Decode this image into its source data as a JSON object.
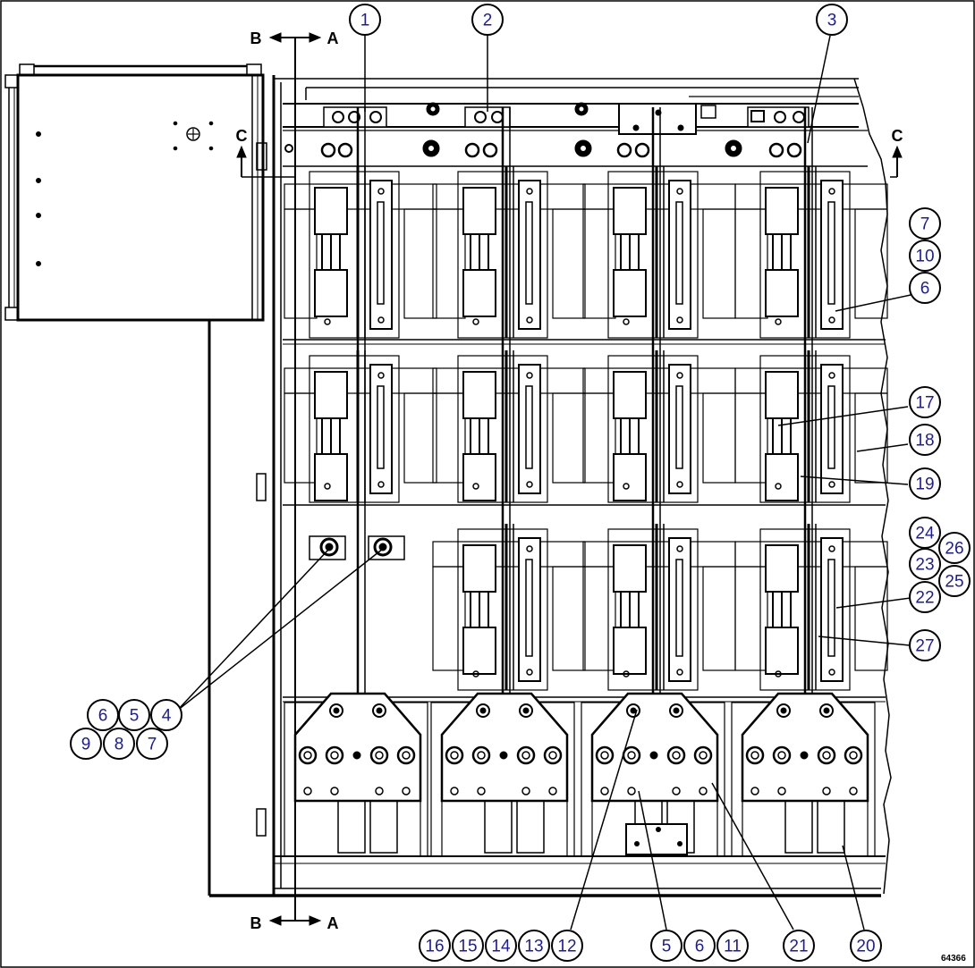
{
  "figure": {
    "figure_code": "64366",
    "section_letters": {
      "b": "B",
      "a": "A",
      "c": "C"
    }
  },
  "callouts": [
    {
      "id": "c1",
      "label": "1"
    },
    {
      "id": "c2",
      "label": "2"
    },
    {
      "id": "c3",
      "label": "3"
    },
    {
      "id": "c7a",
      "label": "7"
    },
    {
      "id": "c10",
      "label": "10"
    },
    {
      "id": "c6a",
      "label": "6"
    },
    {
      "id": "c17",
      "label": "17"
    },
    {
      "id": "c18",
      "label": "18"
    },
    {
      "id": "c19",
      "label": "19"
    },
    {
      "id": "c24",
      "label": "24"
    },
    {
      "id": "c26",
      "label": "26"
    },
    {
      "id": "c23",
      "label": "23"
    },
    {
      "id": "c25",
      "label": "25"
    },
    {
      "id": "c22",
      "label": "22"
    },
    {
      "id": "c27",
      "label": "27"
    },
    {
      "id": "c6b",
      "label": "6"
    },
    {
      "id": "c5a",
      "label": "5"
    },
    {
      "id": "c4",
      "label": "4"
    },
    {
      "id": "c9",
      "label": "9"
    },
    {
      "id": "c8",
      "label": "8"
    },
    {
      "id": "c7b",
      "label": "7"
    },
    {
      "id": "c16",
      "label": "16"
    },
    {
      "id": "c15",
      "label": "15"
    },
    {
      "id": "c14",
      "label": "14"
    },
    {
      "id": "c13",
      "label": "13"
    },
    {
      "id": "c12",
      "label": "12"
    },
    {
      "id": "c5b",
      "label": "5"
    },
    {
      "id": "c6c",
      "label": "6"
    },
    {
      "id": "c11",
      "label": "11"
    },
    {
      "id": "c21",
      "label": "21"
    },
    {
      "id": "c20",
      "label": "20"
    }
  ]
}
